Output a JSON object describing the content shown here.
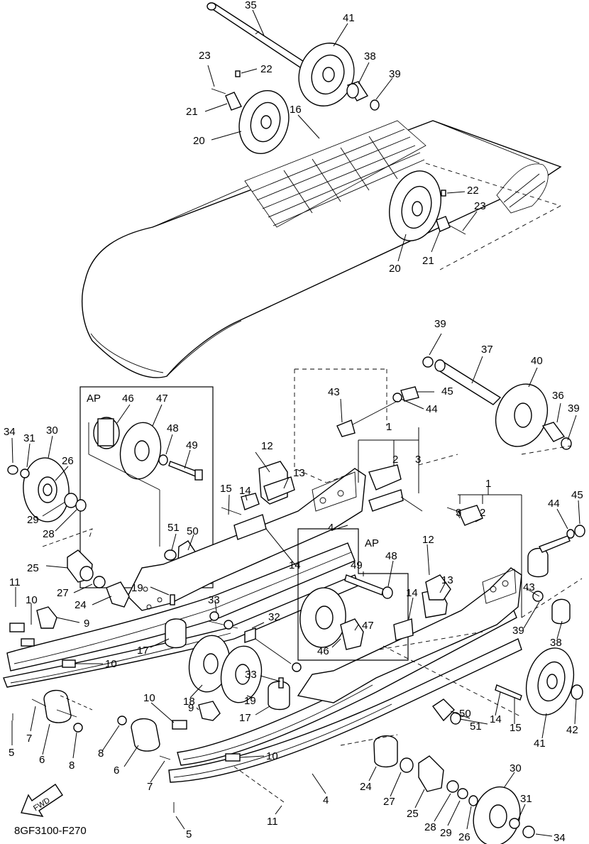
{
  "diagram": {
    "doc_code": "8GF3100-F270",
    "fwd_label": "FWD",
    "ap_box_left_label": "AP",
    "ap_box_right_label": "AP"
  },
  "callouts": [
    {
      "id": "c35",
      "text": "35"
    },
    {
      "id": "c41a",
      "text": "41"
    },
    {
      "id": "c23a",
      "text": "23"
    },
    {
      "id": "c22a",
      "text": "22"
    },
    {
      "id": "c38a",
      "text": "38"
    },
    {
      "id": "c39a",
      "text": "39"
    },
    {
      "id": "c21a",
      "text": "21"
    },
    {
      "id": "c16",
      "text": "16"
    },
    {
      "id": "c20a",
      "text": "20"
    },
    {
      "id": "c22b",
      "text": "22"
    },
    {
      "id": "c23b",
      "text": "23"
    },
    {
      "id": "c20b",
      "text": "20"
    },
    {
      "id": "c21b",
      "text": "21"
    },
    {
      "id": "c39b",
      "text": "39"
    },
    {
      "id": "c37",
      "text": "37"
    },
    {
      "id": "c40",
      "text": "40"
    },
    {
      "id": "c43a",
      "text": "43"
    },
    {
      "id": "c45a",
      "text": "45"
    },
    {
      "id": "c44a",
      "text": "44"
    },
    {
      "id": "c36",
      "text": "36"
    },
    {
      "id": "c39c",
      "text": "39"
    },
    {
      "id": "c46a",
      "text": "46"
    },
    {
      "id": "c47a",
      "text": "47"
    },
    {
      "id": "c48a",
      "text": "48"
    },
    {
      "id": "c49a",
      "text": "49"
    },
    {
      "id": "c34a",
      "text": "34"
    },
    {
      "id": "c31a",
      "text": "31"
    },
    {
      "id": "c30a",
      "text": "30"
    },
    {
      "id": "c26a",
      "text": "26"
    },
    {
      "id": "c29a",
      "text": "29"
    },
    {
      "id": "c28a",
      "text": "28"
    },
    {
      "id": "c1a",
      "text": "1"
    },
    {
      "id": "c2a",
      "text": "2"
    },
    {
      "id": "c3a",
      "text": "3"
    },
    {
      "id": "c12a",
      "text": "12"
    },
    {
      "id": "c13a",
      "text": "13"
    },
    {
      "id": "c15a",
      "text": "15"
    },
    {
      "id": "c14a",
      "text": "14"
    },
    {
      "id": "c51a",
      "text": "51"
    },
    {
      "id": "c50a",
      "text": "50"
    },
    {
      "id": "c4a",
      "text": "4"
    },
    {
      "id": "c14b",
      "text": "14"
    },
    {
      "id": "c25a",
      "text": "25"
    },
    {
      "id": "c11a",
      "text": "11"
    },
    {
      "id": "c27a",
      "text": "27"
    },
    {
      "id": "c19a",
      "text": "19"
    },
    {
      "id": "c10a",
      "text": "10"
    },
    {
      "id": "c9a",
      "text": "9"
    },
    {
      "id": "c24a",
      "text": "24"
    },
    {
      "id": "c33a",
      "text": "33"
    },
    {
      "id": "c17a",
      "text": "17"
    },
    {
      "id": "c32",
      "text": "32"
    },
    {
      "id": "c10b",
      "text": "10"
    },
    {
      "id": "c1b",
      "text": "1"
    },
    {
      "id": "c3b",
      "text": "3"
    },
    {
      "id": "c2b",
      "text": "2"
    },
    {
      "id": "c44b",
      "text": "44"
    },
    {
      "id": "c45b",
      "text": "45"
    },
    {
      "id": "c49b",
      "text": "49"
    },
    {
      "id": "c48b",
      "text": "48"
    },
    {
      "id": "c12b",
      "text": "12"
    },
    {
      "id": "c14c",
      "text": "14"
    },
    {
      "id": "c13b",
      "text": "13"
    },
    {
      "id": "c43b",
      "text": "43"
    },
    {
      "id": "c39d",
      "text": "39"
    },
    {
      "id": "c38b",
      "text": "38"
    },
    {
      "id": "c47b",
      "text": "47"
    },
    {
      "id": "c46b",
      "text": "46"
    },
    {
      "id": "c18",
      "text": "18"
    },
    {
      "id": "c19b",
      "text": "19"
    },
    {
      "id": "c33b",
      "text": "33"
    },
    {
      "id": "c17b",
      "text": "17"
    },
    {
      "id": "c7a",
      "text": "7"
    },
    {
      "id": "c5a",
      "text": "5"
    },
    {
      "id": "c6a",
      "text": "6"
    },
    {
      "id": "c8a",
      "text": "8"
    },
    {
      "id": "c10c",
      "text": "10"
    },
    {
      "id": "c9b",
      "text": "9"
    },
    {
      "id": "c8b",
      "text": "8"
    },
    {
      "id": "c6b",
      "text": "6"
    },
    {
      "id": "c10d",
      "text": "10"
    },
    {
      "id": "c7b",
      "text": "7"
    },
    {
      "id": "c50b",
      "text": "50"
    },
    {
      "id": "c51b",
      "text": "51"
    },
    {
      "id": "c14d",
      "text": "14"
    },
    {
      "id": "c15b",
      "text": "15"
    },
    {
      "id": "c41b",
      "text": "41"
    },
    {
      "id": "c42",
      "text": "42"
    },
    {
      "id": "c24b",
      "text": "24"
    },
    {
      "id": "c27b",
      "text": "27"
    },
    {
      "id": "c4b",
      "text": "4"
    },
    {
      "id": "c11b",
      "text": "11"
    },
    {
      "id": "c25b",
      "text": "25"
    },
    {
      "id": "c28b",
      "text": "28"
    },
    {
      "id": "c29b",
      "text": "29"
    },
    {
      "id": "c26b",
      "text": "26"
    },
    {
      "id": "c30b",
      "text": "30"
    },
    {
      "id": "c31b",
      "text": "31"
    },
    {
      "id": "c34b",
      "text": "34"
    },
    {
      "id": "c5b",
      "text": "5"
    }
  ]
}
